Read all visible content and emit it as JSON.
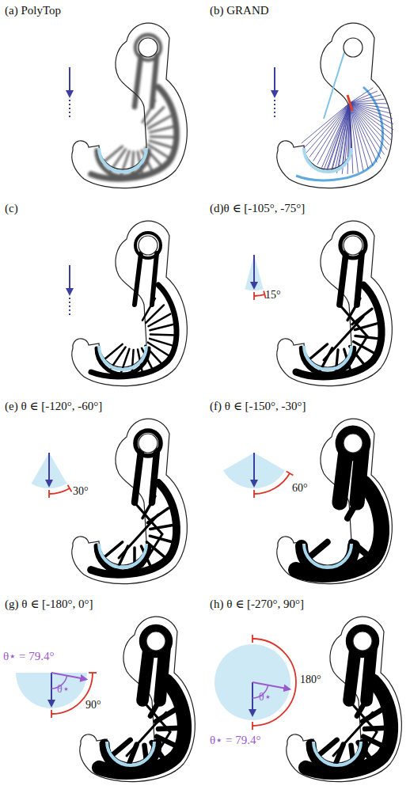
{
  "diagram": {
    "labels": [
      "(a) PolyTop",
      "(b) GRAND",
      "(c)",
      "(d)θ ∈ [-105°, -75°]",
      "15°",
      "(e) θ ∈ [-120°, -60°]",
      "30°",
      "(f) θ ∈ [-150°, -30°]",
      "60°",
      "(g) θ ∈ [-180°, 0°]",
      "θ⋆ = 79.4°",
      "θ⋆",
      "90°",
      "(h) θ ∈ [-270°, 90°]",
      "180°",
      "θ⋆",
      "θ⋆ = 79.4°"
    ]
  }
}
